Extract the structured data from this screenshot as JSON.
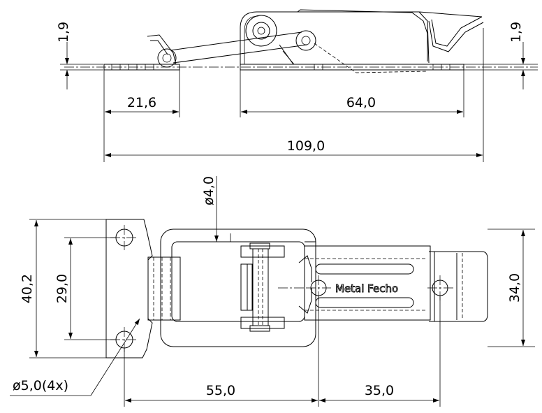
{
  "side_view": {
    "thickness_left": "1,9",
    "thickness_right": "1,9",
    "dim_left_plate": "21,6",
    "dim_right_plate": "64,0",
    "dim_overall": "109,0"
  },
  "top_view": {
    "dim_height_overall": "40,2",
    "dim_hole_spacing": "29,0",
    "dim_hook_height": "34,0",
    "dim_pin_diameter": "ø4,0",
    "dim_hole_diameter": "ø5,0(4x)",
    "dim_span_55": "55,0",
    "dim_span_35": "35,0",
    "logo_text": "Metal Fecho"
  }
}
